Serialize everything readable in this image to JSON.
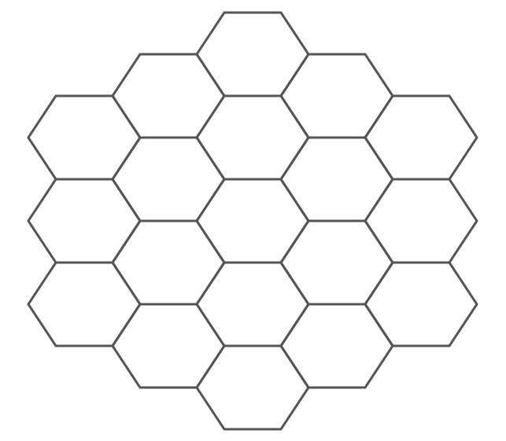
{
  "diagram": {
    "kind": "hexagonal-grid",
    "orientation": "flat-top",
    "cell_count": 19,
    "columns": [
      {
        "column": 1,
        "cells": 3
      },
      {
        "column": 2,
        "cells": 4
      },
      {
        "column": 3,
        "cells": 5
      },
      {
        "column": 4,
        "cells": 4
      },
      {
        "column": 5,
        "cells": 3
      }
    ],
    "colors": {
      "background": "#ffffff",
      "stroke": "#555555"
    }
  }
}
